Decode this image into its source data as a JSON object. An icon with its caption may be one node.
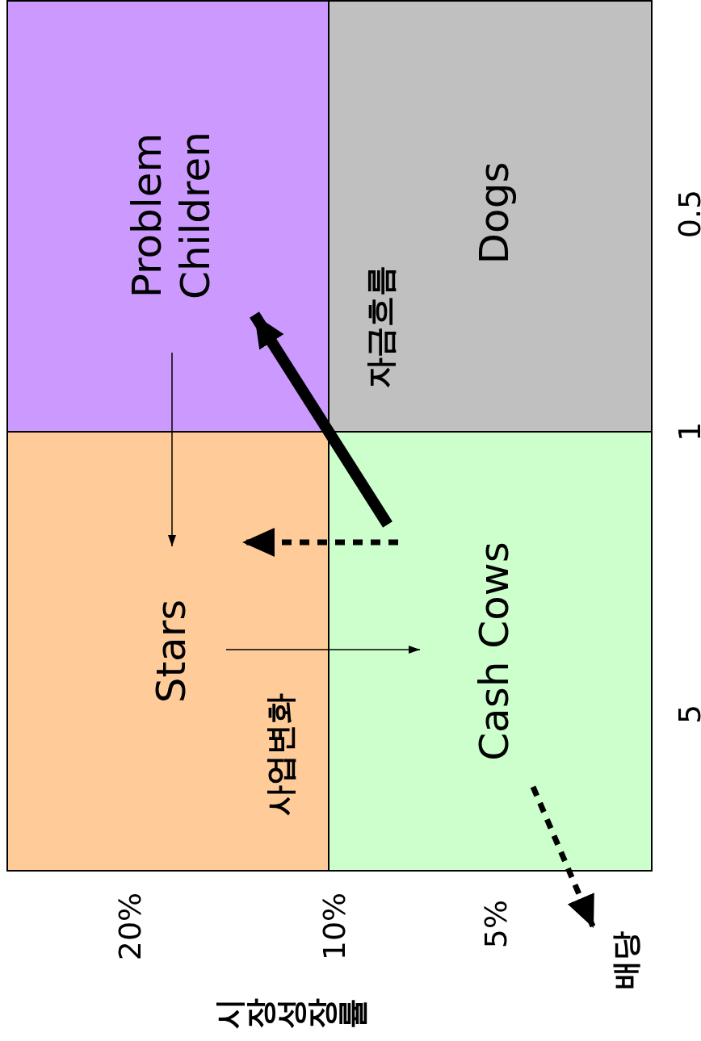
{
  "diagram": {
    "nodes": [
      {
        "text": [
          "Problem Children"
        ]
      },
      {
        "text": [
          "Dogs"
        ]
      },
      {
        "text": [
          "Stars"
        ]
      },
      {
        "text": [
          "Cash Cows"
        ]
      },
      {
        "text": [
          "배당"
        ]
      }
    ],
    "edges": [
      {
        "from": 0,
        "to": 2,
        "arrow": "to"
      },
      {
        "from": 2,
        "to": 3,
        "arrow": "to"
      },
      {
        "from": 3,
        "to": 0,
        "arrow": "to",
        "style": "thick"
      },
      {
        "from": 3,
        "to": 2,
        "arrow": "to",
        "style": "dashed"
      },
      {
        "from": 3,
        "to": 4,
        "arrow": "to",
        "style": "dashed"
      }
    ],
    "labels": [
      "자금흐름",
      "사업변화",
      "20%",
      "10%",
      "5%",
      "시장성장률",
      "5",
      "1",
      "0.5"
    ]
  }
}
